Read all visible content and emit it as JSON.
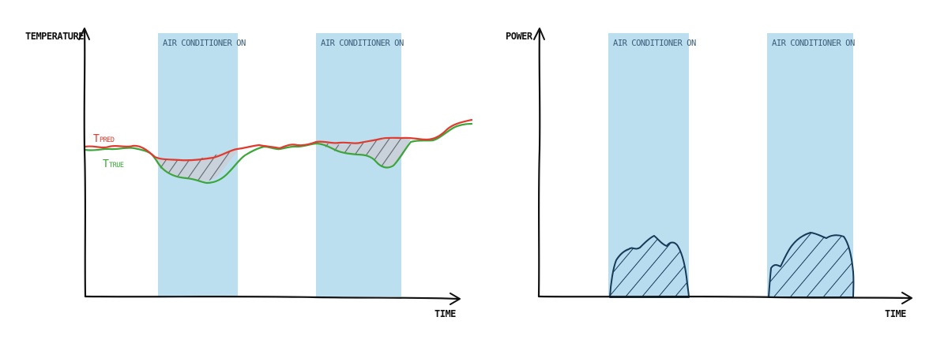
{
  "left_panel": {
    "y_axis_label": "TEMPERATURE",
    "x_axis_label": "TIME",
    "band_label_1": "AIR CONDITIONER ON",
    "band_label_2": "AIR CONDITIONER ON",
    "t_pred_main": "T",
    "t_pred_sub": "PRED",
    "t_true_main": "T",
    "t_true_sub": "TRUE"
  },
  "right_panel": {
    "y_axis_label": "POWER",
    "x_axis_label": "TIME",
    "band_label_1": "AIR CONDITIONER ON",
    "band_label_2": "AIR CONDITIONER ON"
  },
  "colors": {
    "band": "#bcdff0",
    "pred_line": "#e03b2e",
    "true_line": "#3ca63a",
    "axis": "#111111",
    "gap_hatch": "#666a72",
    "power_hatch": "#163a57"
  }
}
